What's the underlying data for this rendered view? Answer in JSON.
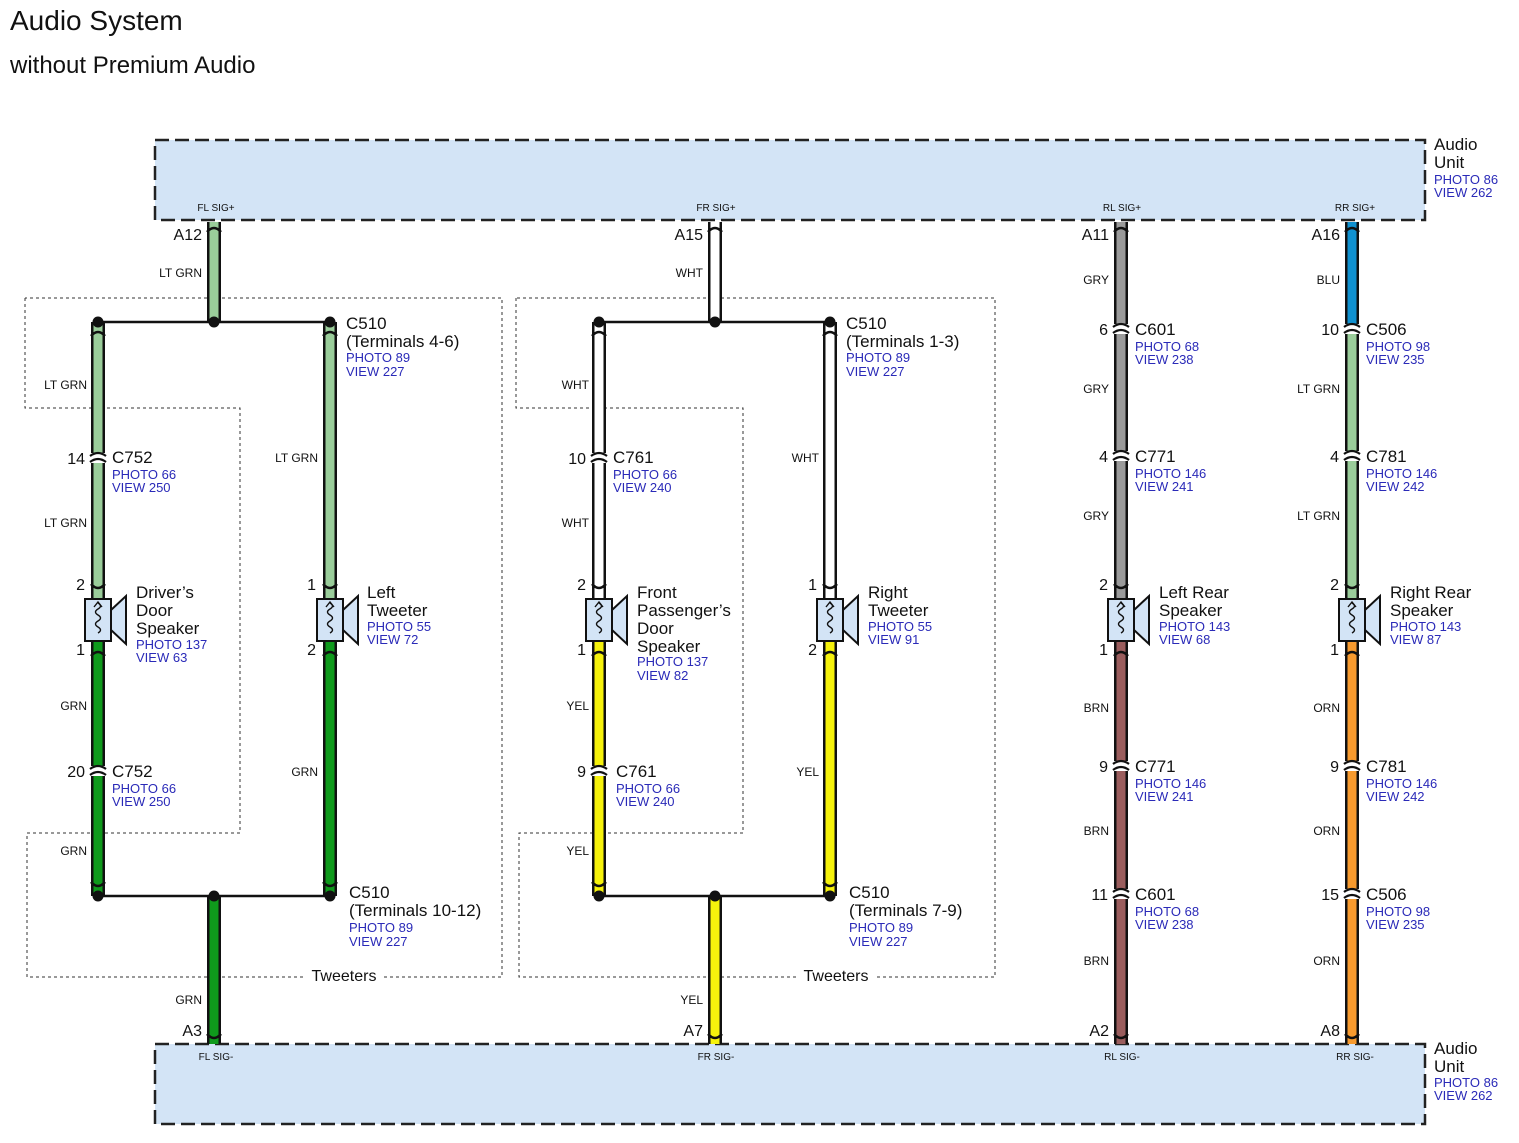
{
  "title": "Audio System",
  "subtitle": "without Premium Audio",
  "audio_unit": {
    "name": [
      "Audio",
      "Unit"
    ],
    "refs": [
      "PHOTO 86",
      "VIEW 262"
    ],
    "fill": "#d3e4f6"
  },
  "colors": {
    "LT GRN": "#9acd9a",
    "GRN": "#0f9a1c",
    "WHT": "#ffffff",
    "YEL": "#f6f20c",
    "GRY": "#9a9a9a",
    "BRN": "#9a5d5d",
    "BLU": "#1091d0",
    "ORN": "#f79a2e"
  },
  "signals_top": [
    {
      "id": "fl",
      "label": "FL SIG+",
      "pin": "A12"
    },
    {
      "id": "fr",
      "label": "FR SIG+",
      "pin": "A15"
    },
    {
      "id": "rl",
      "label": "RL SIG+",
      "pin": "A11"
    },
    {
      "id": "rr",
      "label": "RR SIG+",
      "pin": "A16"
    }
  ],
  "signals_bottom": [
    {
      "id": "fl",
      "label": "FL SIG-",
      "pin": "A3"
    },
    {
      "id": "fr",
      "label": "FR SIG-",
      "pin": "A7"
    },
    {
      "id": "rl",
      "label": "RL SIG-",
      "pin": "A2"
    },
    {
      "id": "rr",
      "label": "RR SIG-",
      "pin": "A8"
    }
  ],
  "wire_labels": [
    {
      "id": "w-fl-top",
      "text": "LT GRN"
    },
    {
      "id": "w-fl-d1",
      "text": "LT GRN"
    },
    {
      "id": "w-fl-d2",
      "text": "LT GRN"
    },
    {
      "id": "w-fl-t1",
      "text": "LT GRN"
    },
    {
      "id": "w-fl-d3",
      "text": "GRN"
    },
    {
      "id": "w-fl-d4",
      "text": "GRN"
    },
    {
      "id": "w-fl-t2",
      "text": "GRN"
    },
    {
      "id": "w-fl-bot",
      "text": "GRN"
    },
    {
      "id": "w-fr-top",
      "text": "WHT"
    },
    {
      "id": "w-fr-d1",
      "text": "WHT"
    },
    {
      "id": "w-fr-d2",
      "text": "WHT"
    },
    {
      "id": "w-fr-t1",
      "text": "WHT"
    },
    {
      "id": "w-fr-d3",
      "text": "YEL"
    },
    {
      "id": "w-fr-d4",
      "text": "YEL"
    },
    {
      "id": "w-fr-t2",
      "text": "YEL"
    },
    {
      "id": "w-fr-bot",
      "text": "YEL"
    },
    {
      "id": "w-rl-1",
      "text": "GRY"
    },
    {
      "id": "w-rl-2",
      "text": "GRY"
    },
    {
      "id": "w-rl-3",
      "text": "GRY"
    },
    {
      "id": "w-rl-4",
      "text": "BRN"
    },
    {
      "id": "w-rl-5",
      "text": "BRN"
    },
    {
      "id": "w-rl-6",
      "text": "BRN"
    },
    {
      "id": "w-rr-1",
      "text": "BLU"
    },
    {
      "id": "w-rr-2",
      "text": "LT GRN"
    },
    {
      "id": "w-rr-3",
      "text": "LT GRN"
    },
    {
      "id": "w-rr-4",
      "text": "ORN"
    },
    {
      "id": "w-rr-5",
      "text": "ORN"
    },
    {
      "id": "w-rr-6",
      "text": "ORN"
    }
  ],
  "connectors": [
    {
      "id": "c510-a",
      "name": "C510",
      "detail": "(Terminals 4-6)",
      "photo": "PHOTO 89",
      "view": "VIEW 227"
    },
    {
      "id": "c510-b",
      "name": "C510",
      "detail": "(Terminals 1-3)",
      "photo": "PHOTO 89",
      "view": "VIEW 227"
    },
    {
      "id": "c510-c",
      "name": "C510",
      "detail": "(Terminals 10-12)",
      "photo": "PHOTO 89",
      "view": "VIEW 227"
    },
    {
      "id": "c510-d",
      "name": "C510",
      "detail": "(Terminals 7-9)",
      "photo": "PHOTO 89",
      "view": "VIEW 227"
    },
    {
      "id": "c752-a",
      "name": "C752",
      "pin": "14",
      "photo": "PHOTO 66",
      "view": "VIEW 250"
    },
    {
      "id": "c752-b",
      "name": "C752",
      "pin": "20",
      "photo": "PHOTO 66",
      "view": "VIEW 250"
    },
    {
      "id": "c761-a",
      "name": "C761",
      "pin": "10",
      "photo": "PHOTO 66",
      "view": "VIEW 240"
    },
    {
      "id": "c761-b",
      "name": "C761",
      "pin": "9",
      "photo": "PHOTO 66",
      "view": "VIEW 240"
    },
    {
      "id": "c601-a",
      "name": "C601",
      "pin": "6",
      "photo": "PHOTO 68",
      "view": "VIEW 238"
    },
    {
      "id": "c771-a",
      "name": "C771",
      "pin": "4",
      "photo": "PHOTO 146",
      "view": "VIEW 241"
    },
    {
      "id": "c771-b",
      "name": "C771",
      "pin": "9",
      "photo": "PHOTO 146",
      "view": "VIEW 241"
    },
    {
      "id": "c601-b",
      "name": "C601",
      "pin": "11",
      "photo": "PHOTO 68",
      "view": "VIEW 238"
    },
    {
      "id": "c506-a",
      "name": "C506",
      "pin": "10",
      "photo": "PHOTO 98",
      "view": "VIEW 235"
    },
    {
      "id": "c781-a",
      "name": "C781",
      "pin": "4",
      "photo": "PHOTO 146",
      "view": "VIEW 242"
    },
    {
      "id": "c781-b",
      "name": "C781",
      "pin": "9",
      "photo": "PHOTO 146",
      "view": "VIEW 242"
    },
    {
      "id": "c506-b",
      "name": "C506",
      "pin": "15",
      "photo": "PHOTO 98",
      "view": "VIEW 235"
    }
  ],
  "speakers": [
    {
      "id": "drv",
      "name": [
        "Driver’s",
        "Door",
        "Speaker"
      ],
      "pin_top": "2",
      "pin_bot": "1",
      "photo": "PHOTO 137",
      "view": "VIEW 63"
    },
    {
      "id": "ltw",
      "name": [
        "Left",
        "Tweeter"
      ],
      "pin_top": "1",
      "pin_bot": "2",
      "photo": "PHOTO 55",
      "view": "VIEW 72"
    },
    {
      "id": "pas",
      "name": [
        "Front",
        "Passenger’s",
        "Door",
        "Speaker"
      ],
      "pin_top": "2",
      "pin_bot": "1",
      "photo": "PHOTO 137",
      "view": "VIEW 82"
    },
    {
      "id": "rtw",
      "name": [
        "Right",
        "Tweeter"
      ],
      "pin_top": "1",
      "pin_bot": "2",
      "photo": "PHOTO 55",
      "view": "VIEW 91"
    },
    {
      "id": "lrs",
      "name": [
        "Left Rear",
        "Speaker"
      ],
      "pin_top": "2",
      "pin_bot": "1",
      "photo": "PHOTO 143",
      "view": "VIEW 68"
    },
    {
      "id": "rrs",
      "name": [
        "Right Rear",
        "Speaker"
      ],
      "pin_top": "2",
      "pin_bot": "1",
      "photo": "PHOTO 143",
      "view": "VIEW 87"
    }
  ],
  "group_labels": {
    "left": "Tweeters",
    "right": "Tweeters"
  }
}
